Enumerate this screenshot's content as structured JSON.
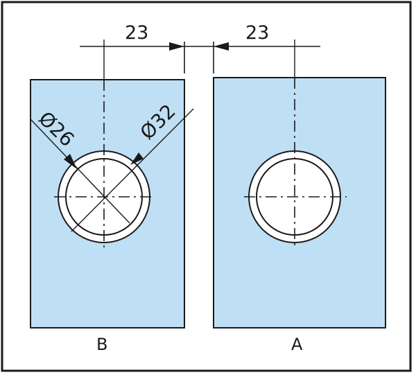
{
  "dimensions": {
    "left_offset": "23",
    "right_offset": "23",
    "inner_diameter": "Ø26",
    "outer_diameter": "Ø32"
  },
  "panels": {
    "left_label": "B",
    "right_label": "A"
  },
  "colors": {
    "panel_fill": "#bfdff5",
    "line": "#1a1a1a"
  }
}
